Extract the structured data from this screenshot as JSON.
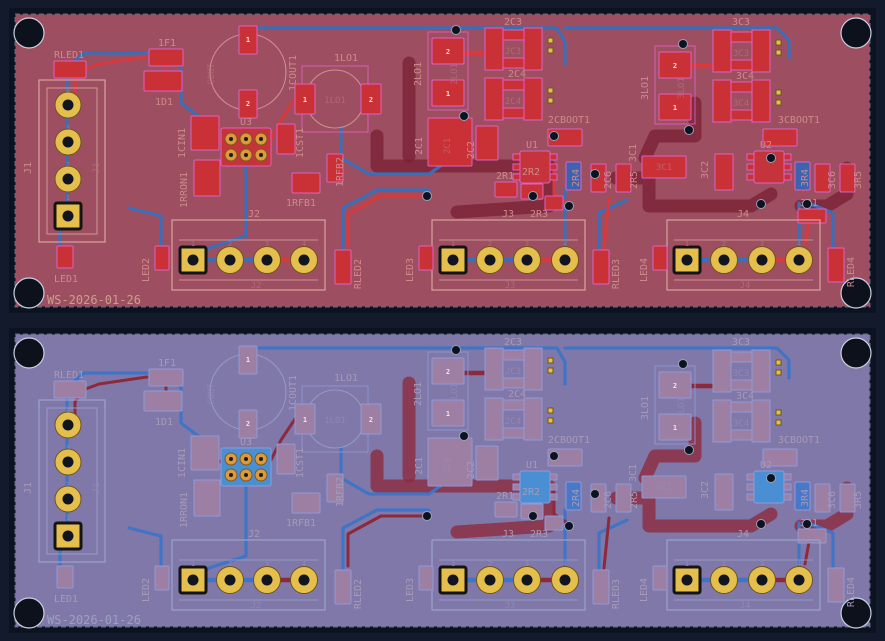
{
  "date_text": "WS-2026-01-26",
  "pins": [
    "1",
    "2",
    "3",
    "4"
  ],
  "labels": {
    "rled1": "RLED1",
    "rled2": "RLED2",
    "rled3": "RLED3",
    "rled4": "RLED4",
    "led1": "LED1",
    "led2": "LED2",
    "led3": "LED3",
    "led4": "LED4",
    "f1": "1F1",
    "d1": "1D1",
    "j1": "J1",
    "j2": "J2",
    "j3": "J3",
    "j4": "J4",
    "u1": "U1",
    "u2": "U2",
    "u3": "U3",
    "cin1": "1CIN1",
    "cst1": "1CST1",
    "rron1": "1RRON1",
    "rfb1": "1RFB1",
    "rfb2": "1RFB2",
    "cout1": "1COUT1",
    "cout_fab": "COUT",
    "lo1": "1LO1",
    "lo2": "2LO1",
    "lo3": "3LO1",
    "c2_1": "2C1",
    "c2_2": "2C2",
    "c2_3": "2C3",
    "c2_4": "2C4",
    "c2_6": "2C6",
    "cboot2": "2CBOOT1",
    "r2_1": "2R1",
    "r2_2": "2R2",
    "r2_3": "2R3",
    "r2_4": "2R4",
    "r2_5": "2R5",
    "c3_1": "3C1",
    "c3_2": "3C2",
    "c3_3": "3C3",
    "c3_4": "3C4",
    "c3_6": "3C6",
    "cboot3": "3CBOOT1",
    "r3_1": "3R1",
    "r3_4": "3R4",
    "r3_5": "3R5"
  },
  "boards": [
    {
      "id": "front-view",
      "layer_shown": "front copper (top)",
      "colors": {
        "body": "#9d4f61",
        "comp": "#c93137",
        "icbody": "#c5343a",
        "smdalt": "#3b63b0",
        "tf": "#d8393c",
        "tb": "#3a6fb8",
        "zone": "#7c2136",
        "silk": "#e060c0",
        "silk2": "#d8a39b",
        "label": "#cd8a8b",
        "fab": "#b8737d",
        "date": "#c9a08a",
        "gold": "#e5bf4e"
      }
    },
    {
      "id": "back-view",
      "layer_shown": "back copper (bottom)",
      "colors": {
        "body": "#8078a8",
        "comp": "#9d7fa4",
        "icbody": "#4a8fd4",
        "smdalt": "#4a78c8",
        "tf": "#8c2a3c",
        "tb": "#3f74c6",
        "zone": "#8c2a3c",
        "silk": "#8f9ad8",
        "silk2": "#9aa3cc",
        "label": "#a79ab8",
        "fab": "#958cb8",
        "date": "#9aa2bf",
        "gold": "#e5bf4e"
      }
    }
  ]
}
